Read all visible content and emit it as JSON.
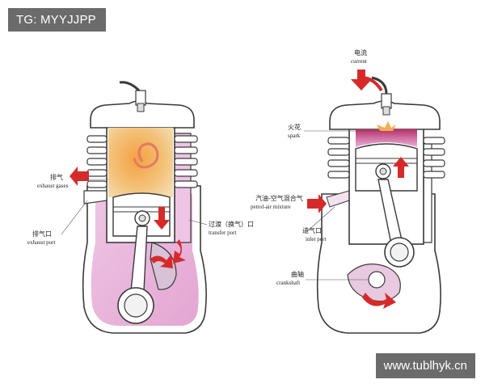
{
  "watermark_top": "TG: MYYJJPP",
  "watermark_bottom": "www.tublhyk.cn",
  "left_engine": {
    "exhaust_gases": {
      "cn": "排气",
      "en": "exhaust gases"
    },
    "exhaust_port": {
      "cn": "排气口",
      "en": "exhaust port"
    },
    "transfer_port": {
      "cn": "过渡（换气）口",
      "en": "transfer port"
    }
  },
  "right_engine": {
    "current": {
      "cn": "电流",
      "en": "current"
    },
    "spark": {
      "cn": "火花",
      "en": "spark"
    },
    "mixture": {
      "cn": "汽油-空气混合气",
      "en": "petrol-air mixture"
    },
    "inlet_port": {
      "cn": "进气口",
      "en": "inlet port"
    },
    "crankshaft": {
      "cn": "曲轴",
      "en": "crankshaft"
    }
  },
  "colors": {
    "arrow_red": "#d62a2a",
    "crankcase_pink": "#e8b2d8",
    "exhaust_orange": "#f0b050",
    "outline": "#3a3a3a"
  }
}
